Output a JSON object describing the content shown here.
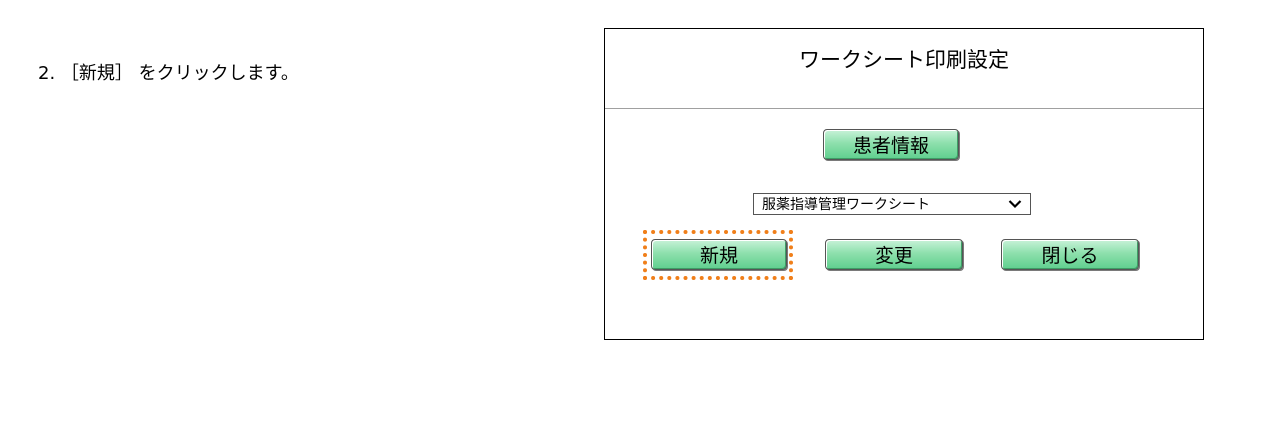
{
  "instruction": {
    "text": "2. ［新規］ をクリックします。"
  },
  "dialog": {
    "title": "ワークシート印刷設定",
    "patient_info_label": "患者情報",
    "worksheet_select": {
      "selected": "服薬指導管理ワークシート"
    },
    "buttons": {
      "new_label": "新規",
      "change_label": "変更",
      "close_label": "閉じる"
    }
  },
  "colors": {
    "button_green": "#8ee0ad",
    "highlight_orange": "#f07f1a"
  },
  "icons": {
    "select_arrow": "chevron-down-icon"
  }
}
